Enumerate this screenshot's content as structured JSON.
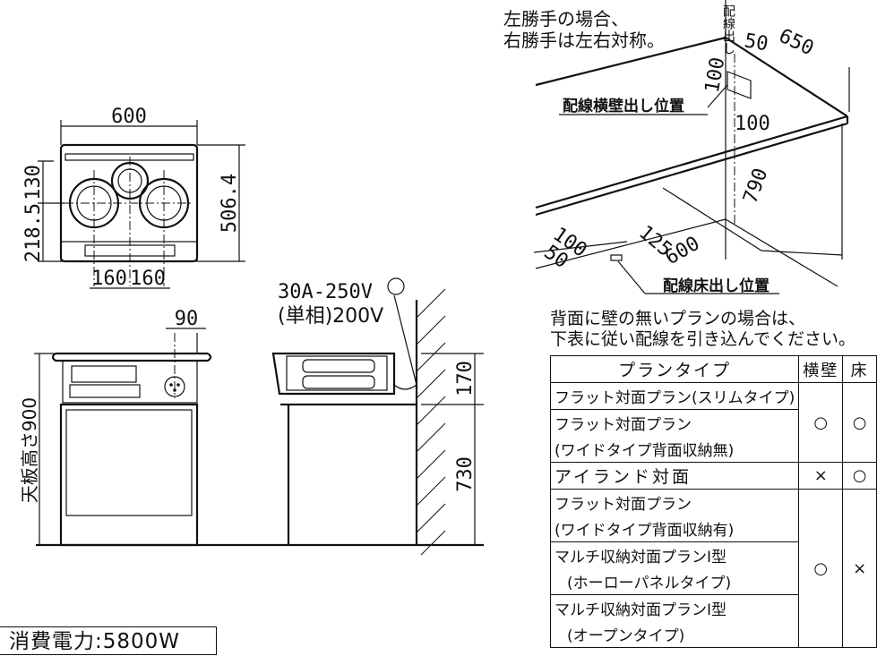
{
  "cooktop_top_view": {
    "width": "600",
    "depth": "506.4",
    "left_heights": [
      "218.5",
      "130"
    ],
    "burner_spacing": [
      "160",
      "160"
    ]
  },
  "side_view": {
    "outlet_offset": "90",
    "counter_height_label": "天板高さ900"
  },
  "outlet_spec": {
    "line1": "30A-250V",
    "line2": "(単相)200V"
  },
  "section_view": {
    "upper_height": "170",
    "lower_height": "730"
  },
  "iso_view": {
    "note_line1": "左勝手の場合、",
    "note_line2": "右勝手は左右対称。",
    "vertical_label": "配線出し",
    "dims": [
      "50",
      "650",
      "100",
      "100",
      "790",
      "100",
      "125",
      "50",
      "600"
    ],
    "side_wall_label": "配線横壁出し位置",
    "floor_label": "配線床出し位置"
  },
  "table_note": {
    "line1": "背面に壁の無いプランの場合は、",
    "line2": "下表に従い配線を引き込んでください。"
  },
  "plan_table": {
    "headers": [
      "プランタイプ",
      "横壁",
      "床"
    ],
    "rows": [
      "フラット対面プラン(スリムタイプ)",
      "フラット対面プラン",
      "(ワイドタイプ背面収納無)",
      "アイランド対面",
      "フラット対面プラン",
      "(ワイドタイプ背面収納有)",
      "マルチ収納対面プランⅠ型",
      "(ホーローパネルタイプ)",
      "マルチ収納対面プランⅠ型",
      "(オープンタイプ)"
    ],
    "marks": {
      "group1_wall": "○",
      "group1_floor": "○",
      "island_wall": "×",
      "island_floor": "○",
      "group3_wall": "○",
      "group3_floor": "×"
    }
  },
  "power": "消費電力:5800W"
}
